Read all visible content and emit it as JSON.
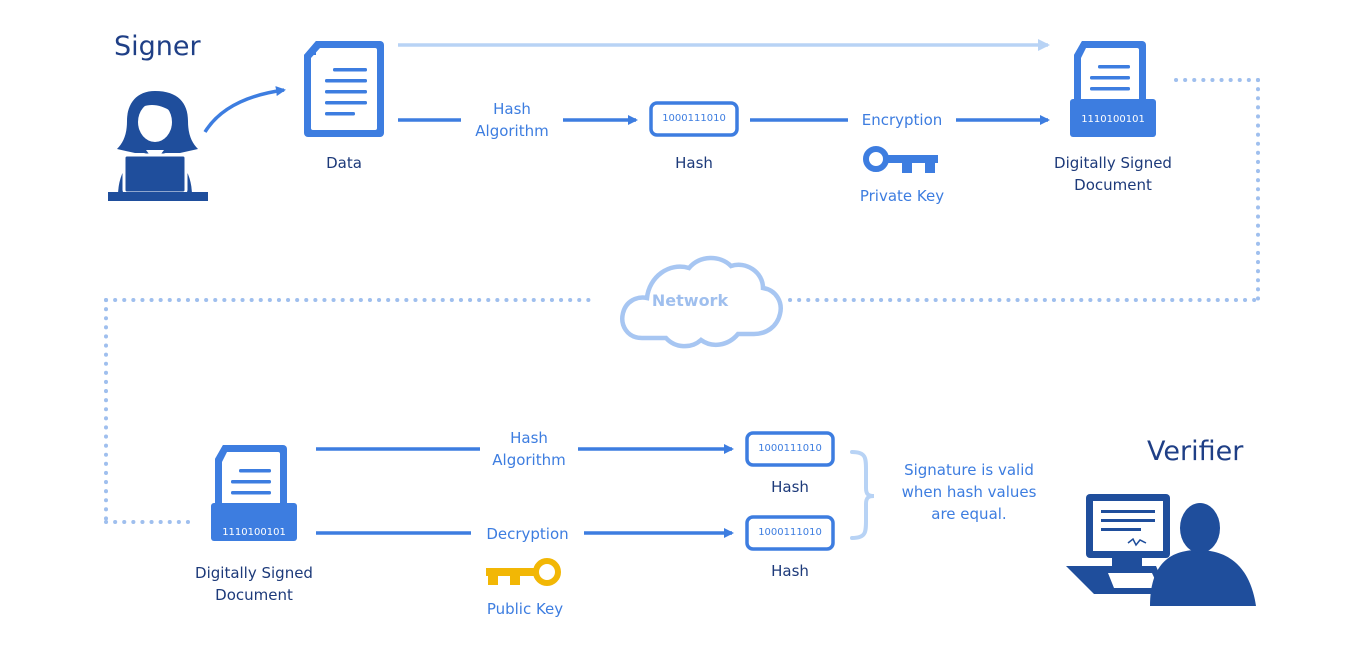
{
  "signer_title": "Signer",
  "verifier_title": "Verifier",
  "labels": {
    "data": "Data",
    "hash_algorithm_top_1": "Hash",
    "hash_algorithm_top_2": "Algorithm",
    "hash_top": "Hash",
    "encryption": "Encryption",
    "private_key": "Private Key",
    "signed_doc_top_1": "Digitally Signed",
    "signed_doc_top_2": "Document",
    "network": "Network",
    "signed_doc_bottom_1": "Digitally Signed",
    "signed_doc_bottom_2": "Document",
    "hash_algorithm_bottom_1": "Hash",
    "hash_algorithm_bottom_2": "Algorithm",
    "decryption": "Decryption",
    "public_key": "Public Key",
    "hash_bottom_1": "Hash",
    "hash_bottom_2": "Hash",
    "valid_1": "Signature is valid",
    "valid_2": "when hash values",
    "valid_3": "are equal."
  },
  "codes": {
    "hash_top": "1000111010",
    "signed_doc_top": "1110100101",
    "signed_doc_bottom": "1110100101",
    "hash_bottom_1": "1000111010",
    "hash_bottom_2": "1000111010"
  },
  "icons": {
    "signer": "person-at-laptop-icon",
    "data": "document-icon",
    "signed_document": "signed-document-icon",
    "private_key": "key-icon",
    "public_key": "key-icon",
    "network": "cloud-icon",
    "verifier": "person-at-computer-icon"
  },
  "colors": {
    "primary": "#3d7de0",
    "dark": "#1f4e9c",
    "light_arrow": "#b8d3f5",
    "dots": "#9fbfee",
    "public_key": "#f2b705",
    "text": "#1d3a7a"
  }
}
